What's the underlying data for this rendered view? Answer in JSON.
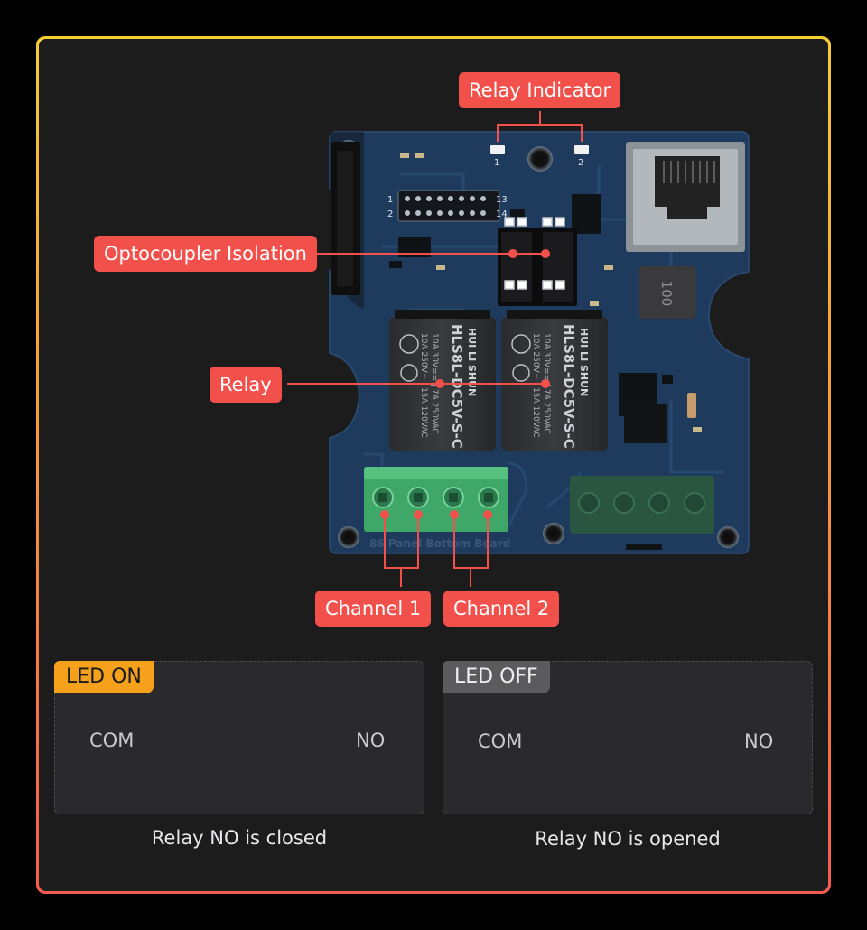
{
  "callouts": {
    "relay_indicator": "Relay Indicator",
    "optocoupler": "Optocoupler Isolation",
    "relay": "Relay",
    "channel_1": "Channel 1",
    "channel_2": "Channel 2"
  },
  "board": {
    "silkscreen": "86 Panel Bottom Board",
    "relay_model": "HLS8L-DC5V-S-C",
    "relay_brand": "HUI LI SHUN",
    "relay_rating_1": "10A 250V~ | 15A 120VAC",
    "relay_rating_2": "10A 30V== | 7A 250VAC",
    "inductor_mark": "100",
    "led_1": "1",
    "led_2": "2",
    "pin_1": "1",
    "pin_2": "2",
    "pin_13": "13",
    "pin_14": "14"
  },
  "panels": {
    "on": {
      "tag": "LED ON",
      "com": "COM",
      "no": "NO",
      "caption": "Relay NO is closed"
    },
    "off": {
      "tag": "LED OFF",
      "com": "COM",
      "no": "NO",
      "caption": "Relay NO is opened"
    }
  },
  "colors": {
    "accent": "#f2504b",
    "frame_top": "#f6cc34",
    "frame_bottom": "#f45b4f",
    "on_tag": "#f5a11b",
    "off_tag": "#5b5b5e",
    "pcb": "#1e3a5c"
  }
}
